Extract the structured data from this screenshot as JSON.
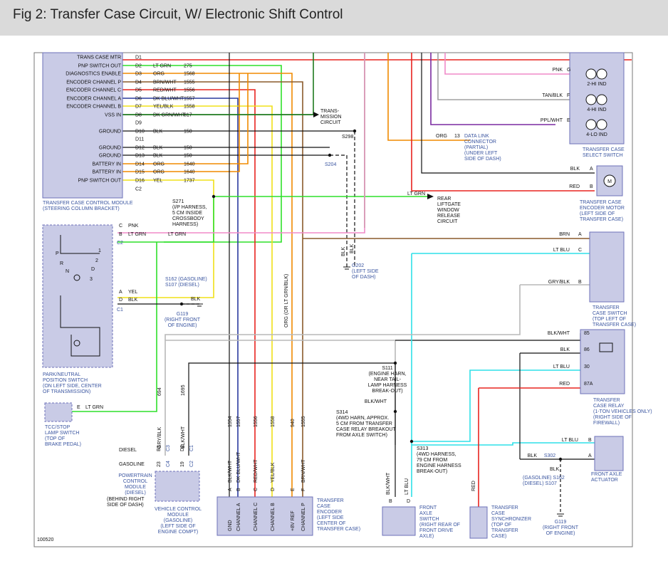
{
  "header": {
    "title": "Fig 2: Transfer Case Circuit, W/ Electronic Shift Control"
  },
  "figure_id": "100520",
  "tccm": {
    "pins": [
      {
        "name": "TRANS CASE MTR",
        "pin": "D1",
        "color": "",
        "circuit": ""
      },
      {
        "name": "PNP SWITCH OUT",
        "pin": "D2",
        "color": "LT GRN",
        "circuit": "275"
      },
      {
        "name": "DIAGNOSTICS ENABLE",
        "pin": "D3",
        "color": "ORG",
        "circuit": "1568"
      },
      {
        "name": "ENCODER CHANNEL P",
        "pin": "D4",
        "color": "BRN/WHT",
        "circuit": "1555"
      },
      {
        "name": "ENCODER CHANNEL C",
        "pin": "D5",
        "color": "RED/WHT",
        "circuit": "1556"
      },
      {
        "name": "ENCODER CHANNEL A",
        "pin": "D6",
        "color": "DK BLU/WHT",
        "circuit": "1557"
      },
      {
        "name": "ENCODER CHANNEL B",
        "pin": "D7",
        "color": "YEL/BLK",
        "circuit": "1558"
      },
      {
        "name": "VSS IN",
        "pin": "D8",
        "color": "DK GRN/WHT",
        "circuit": "817"
      },
      {
        "name": "",
        "pin": "D9",
        "color": "",
        "circuit": ""
      },
      {
        "name": "GROUND",
        "pin": "D10",
        "color": "BLK",
        "circuit": "150"
      },
      {
        "name": "",
        "pin": "D11",
        "color": "",
        "circuit": ""
      },
      {
        "name": "GROUND",
        "pin": "D12",
        "color": "BLK",
        "circuit": "150"
      },
      {
        "name": "GROUND",
        "pin": "D13",
        "color": "BLK",
        "circuit": "150"
      },
      {
        "name": "BATTERY IN",
        "pin": "D14",
        "color": "ORG",
        "circuit": "1640"
      },
      {
        "name": "BATTERY IN",
        "pin": "D15",
        "color": "ORG",
        "circuit": "1640"
      },
      {
        "name": "PNP SWITCH OUT",
        "pin": "D16",
        "color": "YEL",
        "circuit": "1737"
      },
      {
        "name": "",
        "pin": "C2",
        "color": "",
        "circuit": ""
      }
    ],
    "caption": [
      "TRANSFER CASE CONTROL MODULE",
      "(STEERING COLUMN BRACKET)"
    ]
  },
  "labels": {
    "trans_mission_circuit": [
      "TRANS-",
      "MISSION",
      "CIRCUIT"
    ],
    "s298": "S298",
    "s204": "S204",
    "dlc": {
      "wire": "ORG",
      "pin": "13",
      "text": [
        "DATA LINK",
        "CONNECTOR",
        "(PARTIAL)",
        "(UNDER LEFT",
        "SIDE OF DASH)"
      ]
    },
    "select_switch": {
      "wires": [
        {
          "color": "PNK",
          "pin": "G"
        },
        {
          "color": "TAN/BLK",
          "pin": "F"
        },
        {
          "color": "PPL/WHT",
          "pin": "E"
        }
      ],
      "lamps": [
        "2-HI IND",
        "4-HI IND",
        "4-LO IND"
      ],
      "caption": [
        "TRANSFER CASE",
        "SELECT SWITCH"
      ]
    },
    "encoder_motor": {
      "wires": [
        {
          "color": "BLK",
          "pin": "A"
        },
        {
          "color": "RED",
          "pin": "B"
        }
      ],
      "caption": [
        "TRANSFER CASE",
        "ENCODER MOTOR",
        "(LEFT SIDE OF",
        "TRANSFER CASE)"
      ]
    },
    "liftgate": {
      "wire": "LT GRN",
      "text": [
        "REAR",
        "LIFTGATE",
        "WINDOW",
        "RELEASE",
        "CIRCUIT"
      ]
    },
    "s271": [
      "S271",
      "(I/P HARNESS,",
      "5 CM INSIDE",
      "CROSSBODY",
      "HARNESS)"
    ],
    "g202": {
      "wires": [
        "BLK",
        "BLK"
      ],
      "text": [
        "G202",
        "(LEFT SIDE",
        "OF DASH)"
      ]
    },
    "case_switch": {
      "wires": [
        {
          "color": "BRN",
          "pin": "A"
        },
        {
          "color": "LT BLU",
          "pin": "C"
        },
        {
          "color": "GRY/BLK",
          "pin": "B"
        }
      ],
      "caption": [
        "TRANSFER",
        "CASE SWITCH",
        "(TOP LEFT OF",
        "TRANSFER CASE)"
      ]
    },
    "pnp_switch": {
      "top_wires": [
        {
          "pin": "C",
          "color": "PNK"
        },
        {
          "pin": "B",
          "color": "LT GRN"
        }
      ],
      "bottom_wires": [
        {
          "pin": "A",
          "color": "YEL"
        },
        {
          "pin": "D",
          "color": "BLK"
        }
      ],
      "pins_top": [
        "P",
        "R",
        "N",
        "D",
        "1",
        "2",
        "3"
      ],
      "connectors": [
        "C2",
        "C1"
      ],
      "caption": [
        "PARK/NEUTRAL",
        "POSITION SWITCH",
        "(ON LEFT SIDE, CENTER",
        "OF TRANSMISSION)"
      ]
    },
    "lt_grn_mid": "LT GRN",
    "s162": [
      "S162 (GASOLINE)",
      "S107 (DIESEL)"
    ],
    "g119_left": {
      "wire": "BLK",
      "text": [
        "G119",
        "(RIGHT FRONT",
        "OF ENGINE)"
      ]
    },
    "tcc_lamp": {
      "pin": "E",
      "wire": "LT GRN",
      "caption": [
        "TCC/STOP",
        "LAMP SWITCH",
        "(TOP OF",
        "BRAKE PEDAL)"
      ]
    },
    "pcm_wires": [
      {
        "color": "GRY/BLK",
        "circuit": "694"
      },
      {
        "color": "BLK/WHT",
        "circuit": "1695"
      }
    ],
    "diesel_gas": [
      {
        "label": "DIESEL",
        "pin": "B3",
        "conn": "C3"
      },
      {
        "label": "GASOLINE",
        "pin": "23",
        "conn": "C4"
      }
    ],
    "pcm_pins2": [
      {
        "pin": "D2",
        "conn": "C1"
      },
      {
        "pin": "19",
        "conn": "C2"
      }
    ],
    "pcm": {
      "text": [
        "POWERTRAIN",
        "CONTROL",
        "MODULE",
        "(DIESEL)"
      ],
      "behind": [
        "(BEHIND RIGHT",
        "SIDE OF DASH)"
      ],
      "vcm": [
        "VEHICLE CONTROL",
        "MODULE",
        "(GASOLINE)",
        "(LEFT SIDE OF",
        "ENGINE COMPT)"
      ]
    },
    "encoder": {
      "wire_circuits": [
        "1554",
        "1557",
        "1556",
        "1558",
        "940",
        "1555"
      ],
      "wire_colors": [
        "BLK/WHT",
        "DK BLU/WHT",
        "RED/WHT",
        "YEL/BLK",
        "ORG (OR LT GRN/BLK)",
        "BRN/WHT"
      ],
      "pins": [
        "A",
        "B",
        "C",
        "D",
        "E",
        "F"
      ],
      "channels": [
        "GND",
        "CHANNEL A",
        "CHANNEL C",
        "CHANNEL B",
        "+8V REF",
        "CHANNEL P"
      ],
      "caption": [
        "TRANSFER",
        "CASE",
        "ENCODER",
        "(LEFT SIDE",
        "CENTER OF",
        "TRANSFER CASE)"
      ],
      "vertical_label": "ORG (OR LT GRN/BLK)"
    },
    "relay": {
      "wires": [
        {
          "color": "BLK/WHT",
          "pin": "85"
        },
        {
          "color": "BLK",
          "pin": "86"
        },
        {
          "color": "LT BLU",
          "pin": "30"
        },
        {
          "color": "RED",
          "pin": "87A"
        }
      ],
      "caption": [
        "TRANSFER",
        "CASE RELAY",
        "(1-TON VEHICLES ONLY)",
        "(RIGHT SIDE OF",
        "FIREWALL)"
      ]
    },
    "s111": [
      "S111",
      "(ENGINE HARN,",
      "NEAR TAIL-",
      "LAMP HARNESS",
      "BREAK-OUT)"
    ],
    "blk_wht_s314": "BLK/WHT",
    "s314": [
      "S314",
      "(4WD HARN, APPROX.",
      "5 CM FROM TRANSFER",
      "CASE RELAY BREAKOUT",
      "FROM AXLE SWITCH)"
    ],
    "s313": [
      "S313",
      "(4WD HARNESS,",
      "79 CM FROM",
      "ENGINE HARNESS",
      "BREAK-OUT)"
    ],
    "front_axle_actuator": {
      "wires": [
        {
          "color": "LT BLU",
          "pin": "B"
        },
        {
          "color": "BLK",
          "pin": "A"
        }
      ],
      "s302": "S302",
      "blk": "BLK",
      "caption": [
        "FRONT AXLE",
        "ACTUATOR"
      ]
    },
    "s162_right": [
      "(GASOLINE) S162",
      "(DIESEL) S107"
    ],
    "g119_right": [
      "G119",
      "(RIGHT FRONT",
      "OF ENGINE)"
    ],
    "front_axle_switch": {
      "wires": [
        {
          "color": "BLK/WHT",
          "pin": "B"
        },
        {
          "color": "LT BLU",
          "pin": "D"
        }
      ],
      "caption": [
        "FRONT",
        "AXLE",
        "SWITCH",
        "(RIGHT REAR OF",
        "FRONT DRIVE",
        "AXLE)"
      ]
    },
    "synchronizer": {
      "wire": "RED",
      "caption": [
        "TRANSFER",
        "CASE",
        "SYNCHRONIZER",
        "(TOP OF",
        "TRANSFER",
        "CASE)"
      ]
    }
  },
  "colors": {
    "red": "#e8231f",
    "ltgrn": "#2ee02a",
    "org": "#f08a00",
    "brn": "#8a5a2b",
    "pnk": "#f08ac8",
    "dkblu": "#2a3a9e",
    "yel": "#f0e018",
    "dkgrn": "#1e7a1e",
    "ltblu": "#2fe0e8",
    "gry": "#b8b8b8",
    "blk": "#111111",
    "tan": "#a0a0a0",
    "ppl": "#7a2aa0"
  }
}
